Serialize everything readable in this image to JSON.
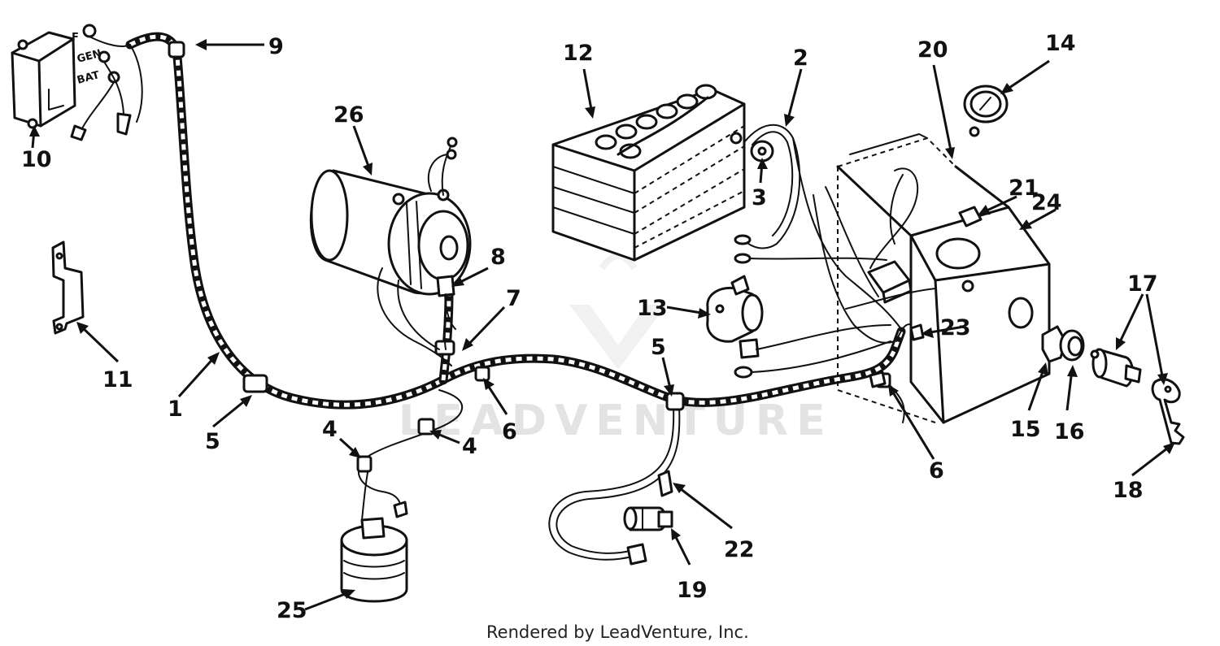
{
  "callouts": [
    {
      "id": "1",
      "text": "1"
    },
    {
      "id": "2",
      "text": "2"
    },
    {
      "id": "3",
      "text": "3"
    },
    {
      "id": "4a",
      "text": "4"
    },
    {
      "id": "4b",
      "text": "4"
    },
    {
      "id": "5a",
      "text": "5"
    },
    {
      "id": "5b",
      "text": "5"
    },
    {
      "id": "6a",
      "text": "6"
    },
    {
      "id": "6b",
      "text": "6"
    },
    {
      "id": "7",
      "text": "7"
    },
    {
      "id": "8",
      "text": "8"
    },
    {
      "id": "9",
      "text": "9"
    },
    {
      "id": "10",
      "text": "10"
    },
    {
      "id": "11",
      "text": "11"
    },
    {
      "id": "12",
      "text": "12"
    },
    {
      "id": "13",
      "text": "13"
    },
    {
      "id": "14",
      "text": "14"
    },
    {
      "id": "15",
      "text": "15"
    },
    {
      "id": "16",
      "text": "16"
    },
    {
      "id": "17",
      "text": "17"
    },
    {
      "id": "18",
      "text": "18"
    },
    {
      "id": "19",
      "text": "19"
    },
    {
      "id": "20",
      "text": "20"
    },
    {
      "id": "21",
      "text": "21"
    },
    {
      "id": "22",
      "text": "22"
    },
    {
      "id": "23",
      "text": "23"
    },
    {
      "id": "24",
      "text": "24"
    },
    {
      "id": "25",
      "text": "25"
    },
    {
      "id": "26",
      "text": "26"
    }
  ],
  "regulator_terminals": {
    "f": "F",
    "gen": "GEN",
    "bat": "BAT"
  },
  "watermark": "LEADVENTURE",
  "credit": "Rendered by LeadVenture, Inc."
}
